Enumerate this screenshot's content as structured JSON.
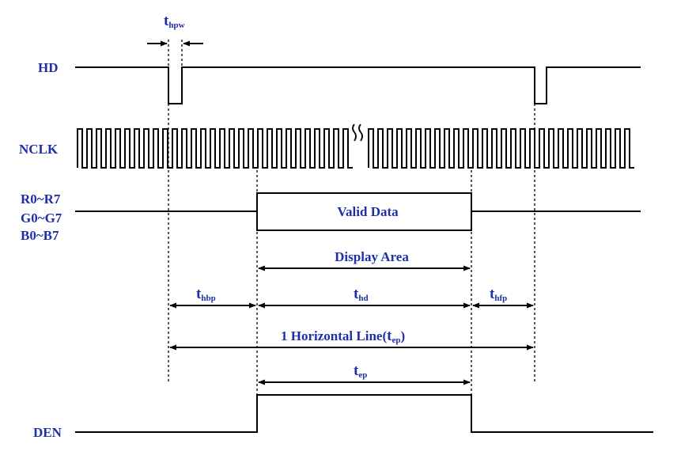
{
  "signals": {
    "hd": "HD",
    "nclk": "NCLK",
    "rgb_r": "R0~R7",
    "rgb_g": "G0~G7",
    "rgb_b": "B0~B7",
    "den": "DEN"
  },
  "annotations": {
    "valid_data": "Valid Data",
    "display_area": "Display Area",
    "horizontal_line": "1 Horizontal Line(",
    "horizontal_line_close": ")"
  },
  "timings": {
    "thpw": {
      "main": "t",
      "sub": "hpw"
    },
    "thbp": {
      "main": "t",
      "sub": "hbp"
    },
    "thd": {
      "main": "t",
      "sub": "hd"
    },
    "thfp": {
      "main": "t",
      "sub": "hfp"
    },
    "tep": {
      "main": "t",
      "sub": "ep"
    }
  },
  "colors": {
    "label": "#1f2fa8",
    "line": "#000000"
  }
}
